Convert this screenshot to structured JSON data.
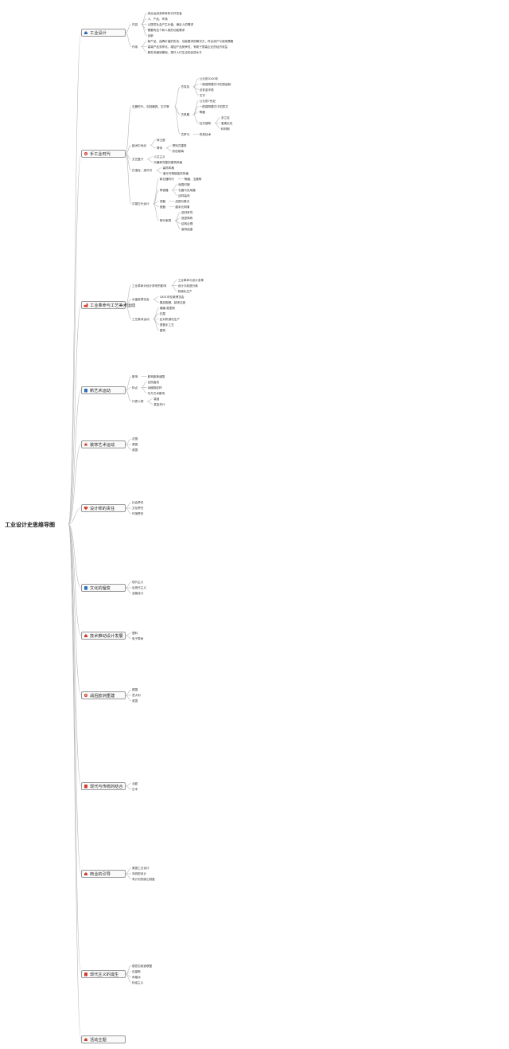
{
  "root": "工业设计史思维导图",
  "colors": {
    "line": "#b8b8b8",
    "topic_border": "#999999",
    "red_icon": "#d23b2b",
    "blue_icon": "#2a6fb8"
  },
  "topics": [
    {
      "id": "t1",
      "label": "工业设计",
      "icon": "home-icon",
      "icon_color": "#2a6fb8",
      "children": [
        {
          "label": "内容",
          "children": [
            {
              "label": "综合运用多种有机可开发者"
            },
            {
              "label": "人、产品、环境"
            },
            {
              "label": "以提供社会产生价值、满足人的需求"
            },
            {
              "label": "需要有这个和人类的功能需求"
            },
            {
              "label": "创新"
            }
          ]
        },
        {
          "label": "作用",
          "children": [
            {
              "label": "新产品、品牌价值的形态，功能要求的解决方，符合用户与使用需要"
            },
            {
              "label": "高端产品多样化，增加产品竞争性，有助于提高企业的经济效益"
            },
            {
              "label": "服务流通到基础，提升人们生活的品质水平"
            }
          ]
        }
      ]
    },
    {
      "id": "t2",
      "label": "手工业时代",
      "icon": "gear-icon",
      "icon_color": "#d23b2b",
      "children": [
        {
          "label": "石器时代、石制器具、文字等",
          "children": [
            {
              "label": "古埃及",
              "children": [
                {
                  "label": "公元前3100年"
                },
                {
                  "label": "一般建筑模式中的层级制"
                },
                {
                  "label": "法老金字塔"
                },
                {
                  "label": "文字"
                }
              ]
            },
            {
              "label": "古希腊",
              "children": [
                {
                  "label": "公元前7世纪"
                },
                {
                  "label": "一般建筑模式中的层式"
                },
                {
                  "label": "陶器"
                },
                {
                  "label": "柱式建筑",
                  "children": [
                    {
                      "label": "多立克"
                    },
                    {
                      "label": "爱奥尼克"
                    },
                    {
                      "label": "科林斯"
                    }
                  ]
                }
              ]
            },
            {
              "label": "古罗马",
              "children": [
                {
                  "label": "拱券技术"
                }
              ]
            }
          ]
        },
        {
          "label": "欧洲中世纪",
          "children": [
            {
              "label": "拜占庭"
            },
            {
              "label": "哥特",
              "children": [
                {
                  "label": "哥特式建筑"
                },
                {
                  "label": "彩色玻璃"
                }
              ]
            }
          ]
        },
        {
          "label": "文艺复兴",
          "children": [
            {
              "label": "人文主义"
            },
            {
              "label": "沟通和完整的建筑风格"
            }
          ]
        },
        {
          "label": "巴洛克、洛可可",
          "children": [
            {
              "label": "装饰风格"
            },
            {
              "label": "洛可可精致装饰风格"
            }
          ]
        },
        {
          "label": "中国古代设计",
          "children": [
            {
              "label": "新石器时代",
              "children": [
                {
                  "label": "陶器、玉器等"
                }
              ]
            },
            {
              "label": "青铜器",
              "children": [
                {
                  "label": "商周时期"
                },
                {
                  "label": "礼器与实用器"
                },
                {
                  "label": "纹样装饰"
                }
              ]
            },
            {
              "label": "漆器",
              "children": [
                {
                  "label": "战国与秦汉"
                }
              ]
            },
            {
              "label": "瓷器",
              "children": [
                {
                  "label": "唐宋元明清"
                }
              ]
            },
            {
              "label": "明代家具",
              "children": [
                {
                  "label": "选材考究"
                },
                {
                  "label": "造型简练"
                },
                {
                  "label": "结构合理"
                },
                {
                  "label": "装饰适度"
                }
              ]
            }
          ]
        }
      ]
    },
    {
      "id": "t3",
      "label": "工业革命与工艺美术运动",
      "icon": "factory-icon",
      "icon_color": "#d23b2b",
      "children": [
        {
          "label": "工业革命对设计带来的影响",
          "children": [
            {
              "label": "工业革命与设计变革"
            },
            {
              "label": "设计与制造分离"
            },
            {
              "label": "机械化生产"
            }
          ]
        },
        {
          "label": "水晶宫博览会",
          "children": [
            {
              "label": "1851年伦敦博览会"
            },
            {
              "label": "展品粗糙、装饰过度"
            }
          ]
        },
        {
          "label": "工艺美术运动",
          "children": [
            {
              "label": "威廉·莫里斯"
            },
            {
              "label": "红屋"
            },
            {
              "label": "反对机械化生产"
            },
            {
              "label": "提倡手工艺"
            },
            {
              "label": "建筑"
            }
          ]
        }
      ]
    },
    {
      "id": "t4",
      "label": "新艺术运动",
      "icon": "book-icon",
      "icon_color": "#2a6fb8",
      "children": [
        {
          "label": "影响",
          "children": [
            {
              "label": "影响欧美诸国"
            }
          ]
        },
        {
          "label": "特点",
          "children": [
            {
              "label": "自然曲线"
            },
            {
              "label": "动植物纹样"
            },
            {
              "label": "东方艺术影响"
            }
          ]
        },
        {
          "label": "代表人物",
          "children": [
            {
              "label": "高迪"
            },
            {
              "label": "麦金托什"
            }
          ]
        }
      ]
    },
    {
      "id": "t5",
      "label": "装饰艺术运动",
      "icon": "star-icon",
      "icon_color": "#d23b2b",
      "children": [
        {
          "label": "法国"
        },
        {
          "label": "美国"
        },
        {
          "label": "英国"
        }
      ]
    },
    {
      "id": "t6",
      "label": "设计师的责任",
      "icon": "heart-icon",
      "icon_color": "#d23b2b",
      "children": [
        {
          "label": "社会责任"
        },
        {
          "label": "文化责任"
        },
        {
          "label": "环境责任"
        }
      ]
    },
    {
      "id": "t7",
      "label": "文化的嬗变",
      "icon": "book-icon",
      "icon_color": "#2a6fb8",
      "children": [
        {
          "label": "现代主义"
        },
        {
          "label": "后现代主义"
        },
        {
          "label": "波普设计"
        }
      ]
    },
    {
      "id": "t8",
      "label": "技术推动设计发展",
      "icon": "home-icon",
      "icon_color": "#d23b2b",
      "children": [
        {
          "label": "塑料"
        },
        {
          "label": "电子革命"
        }
      ]
    },
    {
      "id": "t9",
      "label": "战后欧洲重建",
      "icon": "gear-icon",
      "icon_color": "#d23b2b",
      "children": [
        {
          "label": "德国"
        },
        {
          "label": "意大利"
        },
        {
          "label": "英国"
        }
      ]
    },
    {
      "id": "t10",
      "label": "现代与传统的结合",
      "icon": "book-icon",
      "icon_color": "#d23b2b",
      "children": [
        {
          "label": "北欧"
        },
        {
          "label": "日本"
        }
      ]
    },
    {
      "id": "t11",
      "label": "商业的引导",
      "icon": "home-icon",
      "icon_color": "#d23b2b",
      "children": [
        {
          "label": "美国工业设计"
        },
        {
          "label": "流线型设计"
        },
        {
          "label": "有计划的废止制度"
        }
      ]
    },
    {
      "id": "t12",
      "label": "现代主义的诞生",
      "icon": "book-icon",
      "icon_color": "#d23b2b",
      "children": [
        {
          "label": "德意志制造联盟"
        },
        {
          "label": "包豪斯"
        },
        {
          "label": "风格派"
        },
        {
          "label": "构成主义"
        }
      ]
    },
    {
      "id": "t13",
      "label": "活动主题",
      "icon": "home-icon",
      "icon_color": "#d23b2b",
      "children": []
    }
  ]
}
